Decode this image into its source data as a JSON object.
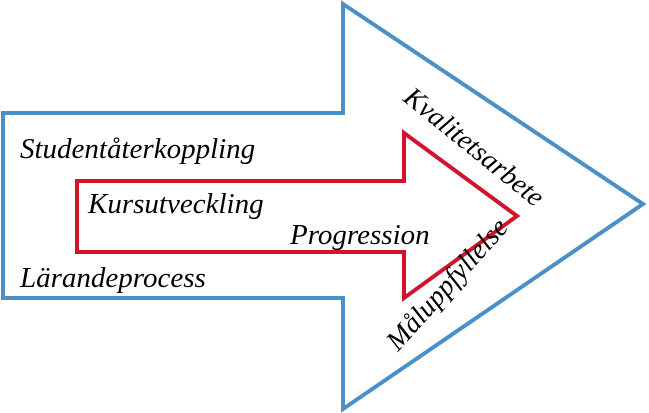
{
  "diagram": {
    "outer_arrow": {
      "stroke_color": "#4A90C8",
      "labels": {
        "top_left": "Studentåterkoppling",
        "bottom_left": "Lärandeprocess",
        "upper_diagonal": "Kvalitetsarbete",
        "lower_diagonal": "Måluppfyllelse"
      }
    },
    "inner_arrow": {
      "stroke_color": "#D0142C",
      "labels": {
        "top": "Kursutveckling",
        "center": "Progression"
      }
    }
  }
}
